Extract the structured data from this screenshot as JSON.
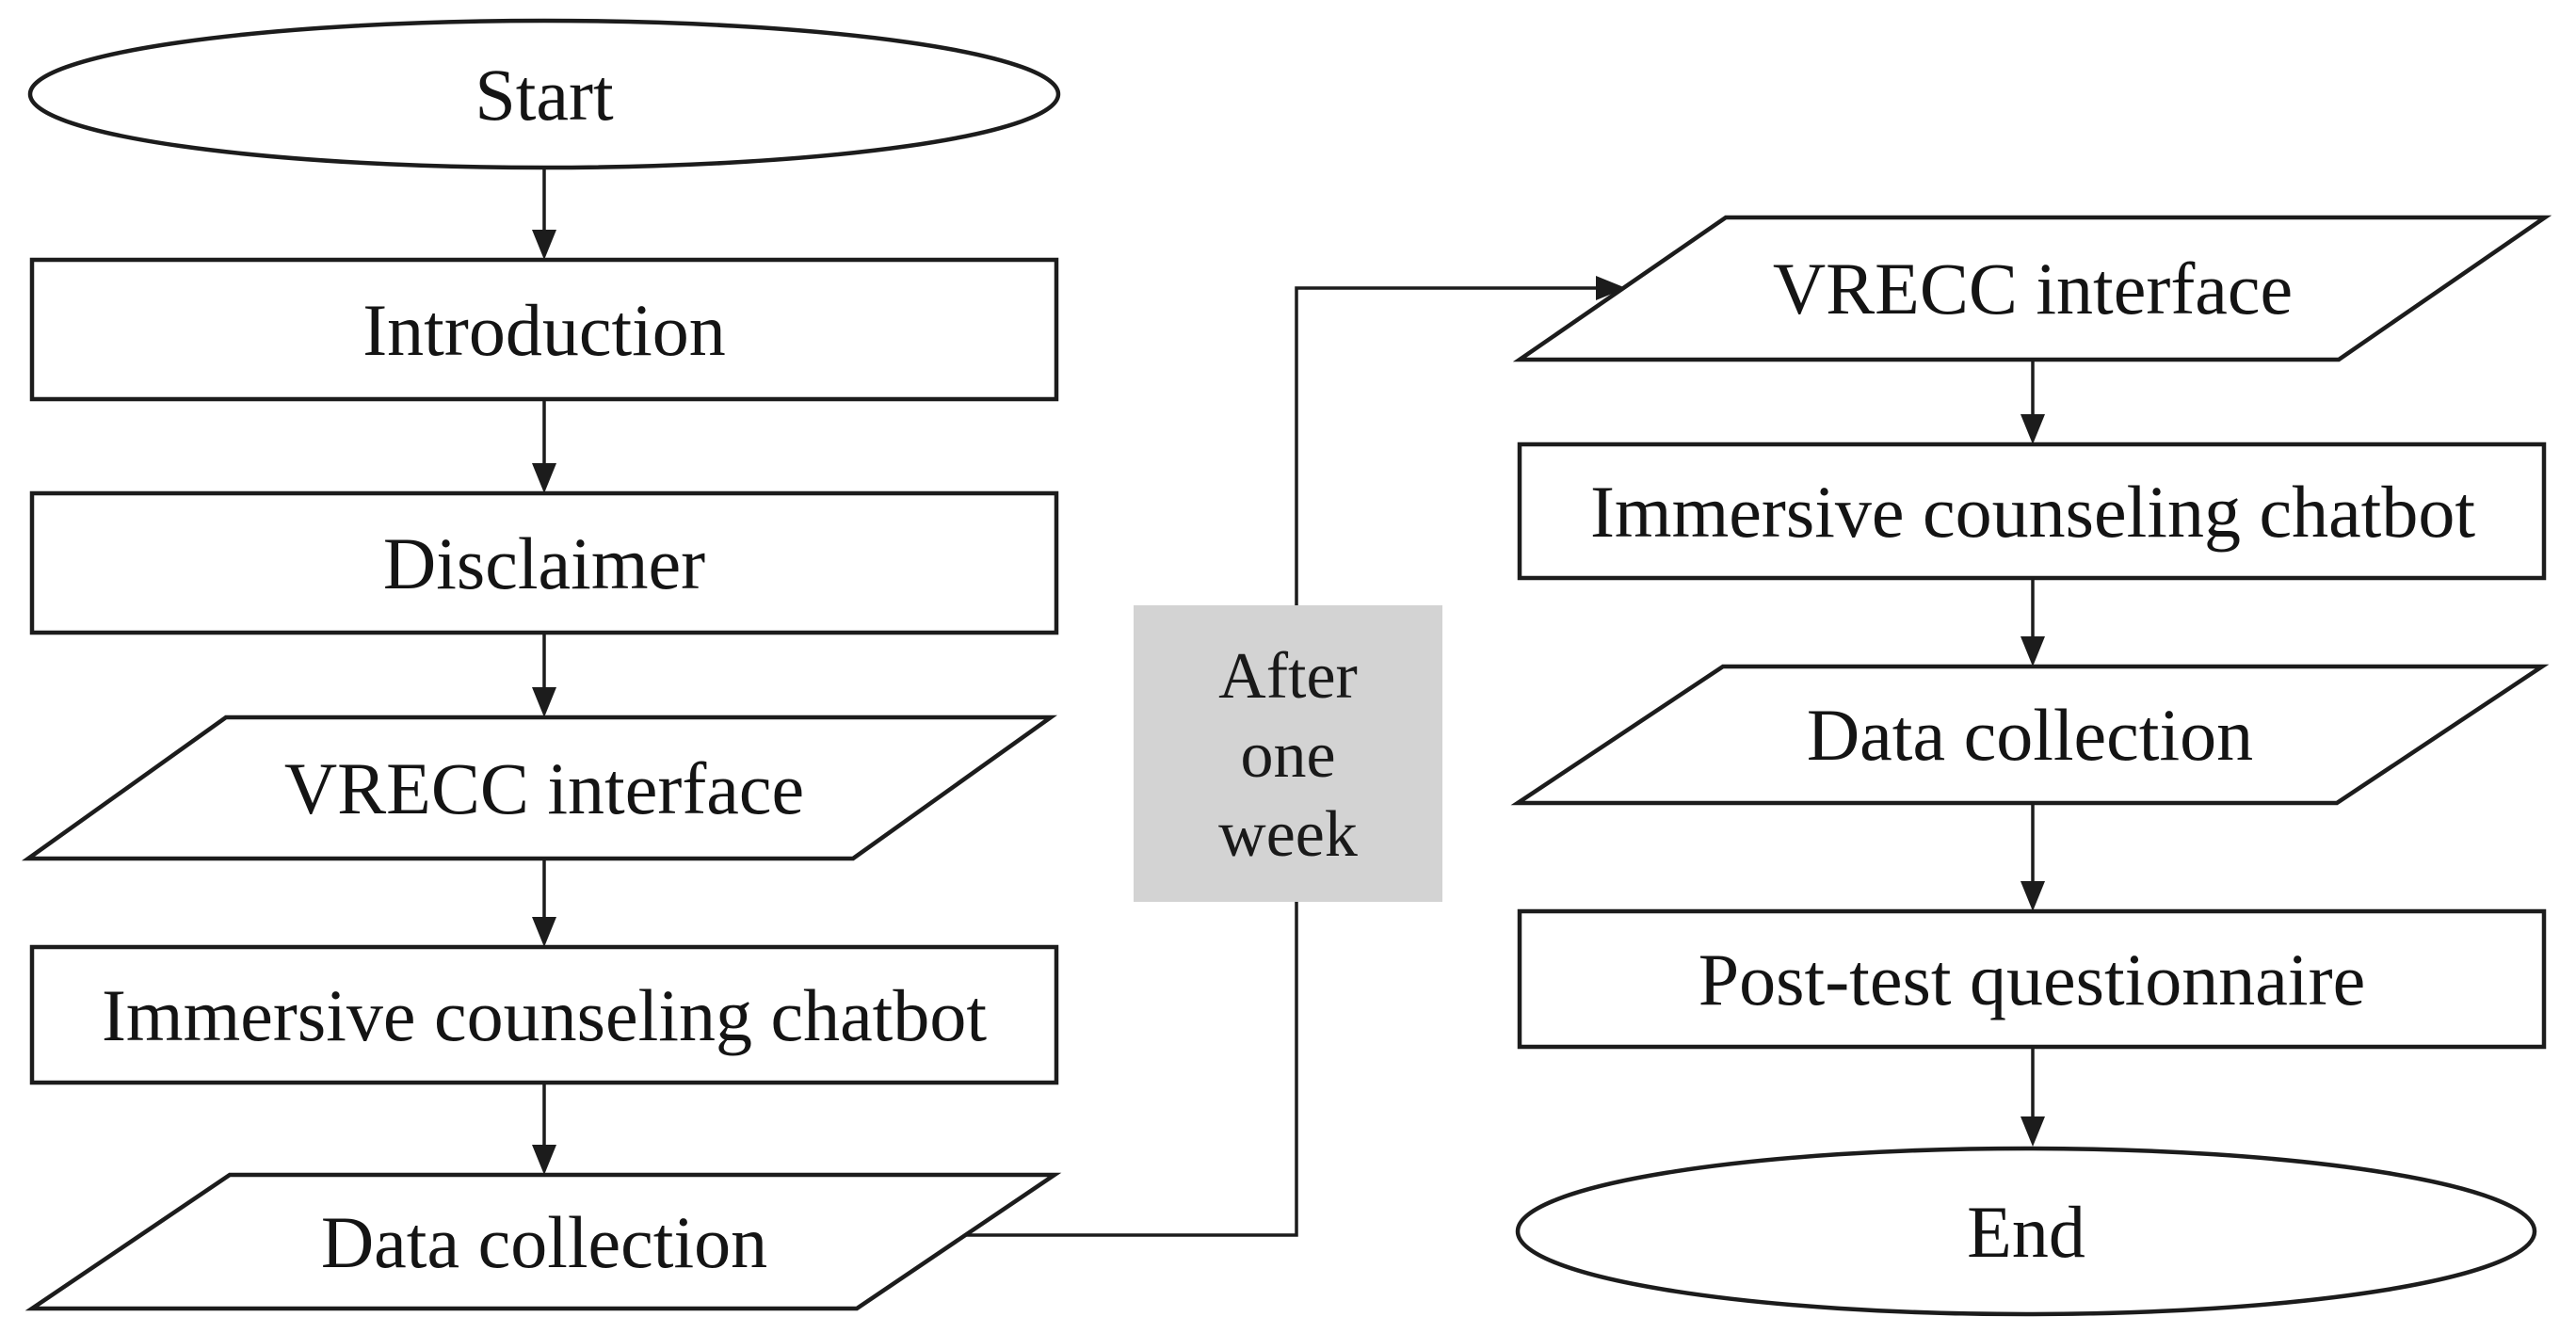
{
  "colors": {
    "background": "#ffffff",
    "stroke": "#1c1c1c",
    "shape_fill": "#ffffff",
    "connector_label_fill": "#d3d3d3",
    "text": "#141414"
  },
  "nodes": {
    "start": {
      "label": "Start",
      "shape": "ellipse"
    },
    "introduction": {
      "label": "Introduction",
      "shape": "rectangle"
    },
    "disclaimer": {
      "label": "Disclaimer",
      "shape": "rectangle"
    },
    "vrecc_interface_1": {
      "label": "VRECC interface",
      "shape": "parallelogram"
    },
    "chatbot_1": {
      "label": "Immersive counseling chatbot",
      "shape": "rectangle"
    },
    "data_collection_1": {
      "label": "Data collection",
      "shape": "parallelogram"
    },
    "vrecc_interface_2": {
      "label": "VRECC interface",
      "shape": "parallelogram"
    },
    "chatbot_2": {
      "label": "Immersive counseling chatbot",
      "shape": "rectangle"
    },
    "data_collection_2": {
      "label": "Data collection",
      "shape": "parallelogram"
    },
    "post_test": {
      "label": "Post-test questionnaire",
      "shape": "rectangle"
    },
    "end": {
      "label": "End",
      "shape": "ellipse"
    }
  },
  "connector_label": {
    "line1": "After",
    "line2": "one",
    "line3": "week"
  },
  "edges": [
    {
      "from": "start",
      "to": "introduction"
    },
    {
      "from": "introduction",
      "to": "disclaimer"
    },
    {
      "from": "disclaimer",
      "to": "vrecc_interface_1"
    },
    {
      "from": "vrecc_interface_1",
      "to": "chatbot_1"
    },
    {
      "from": "chatbot_1",
      "to": "data_collection_1"
    },
    {
      "from": "data_collection_1",
      "to": "vrecc_interface_2",
      "label": "After one week"
    },
    {
      "from": "vrecc_interface_2",
      "to": "chatbot_2"
    },
    {
      "from": "chatbot_2",
      "to": "data_collection_2"
    },
    {
      "from": "data_collection_2",
      "to": "post_test"
    },
    {
      "from": "post_test",
      "to": "end"
    }
  ]
}
